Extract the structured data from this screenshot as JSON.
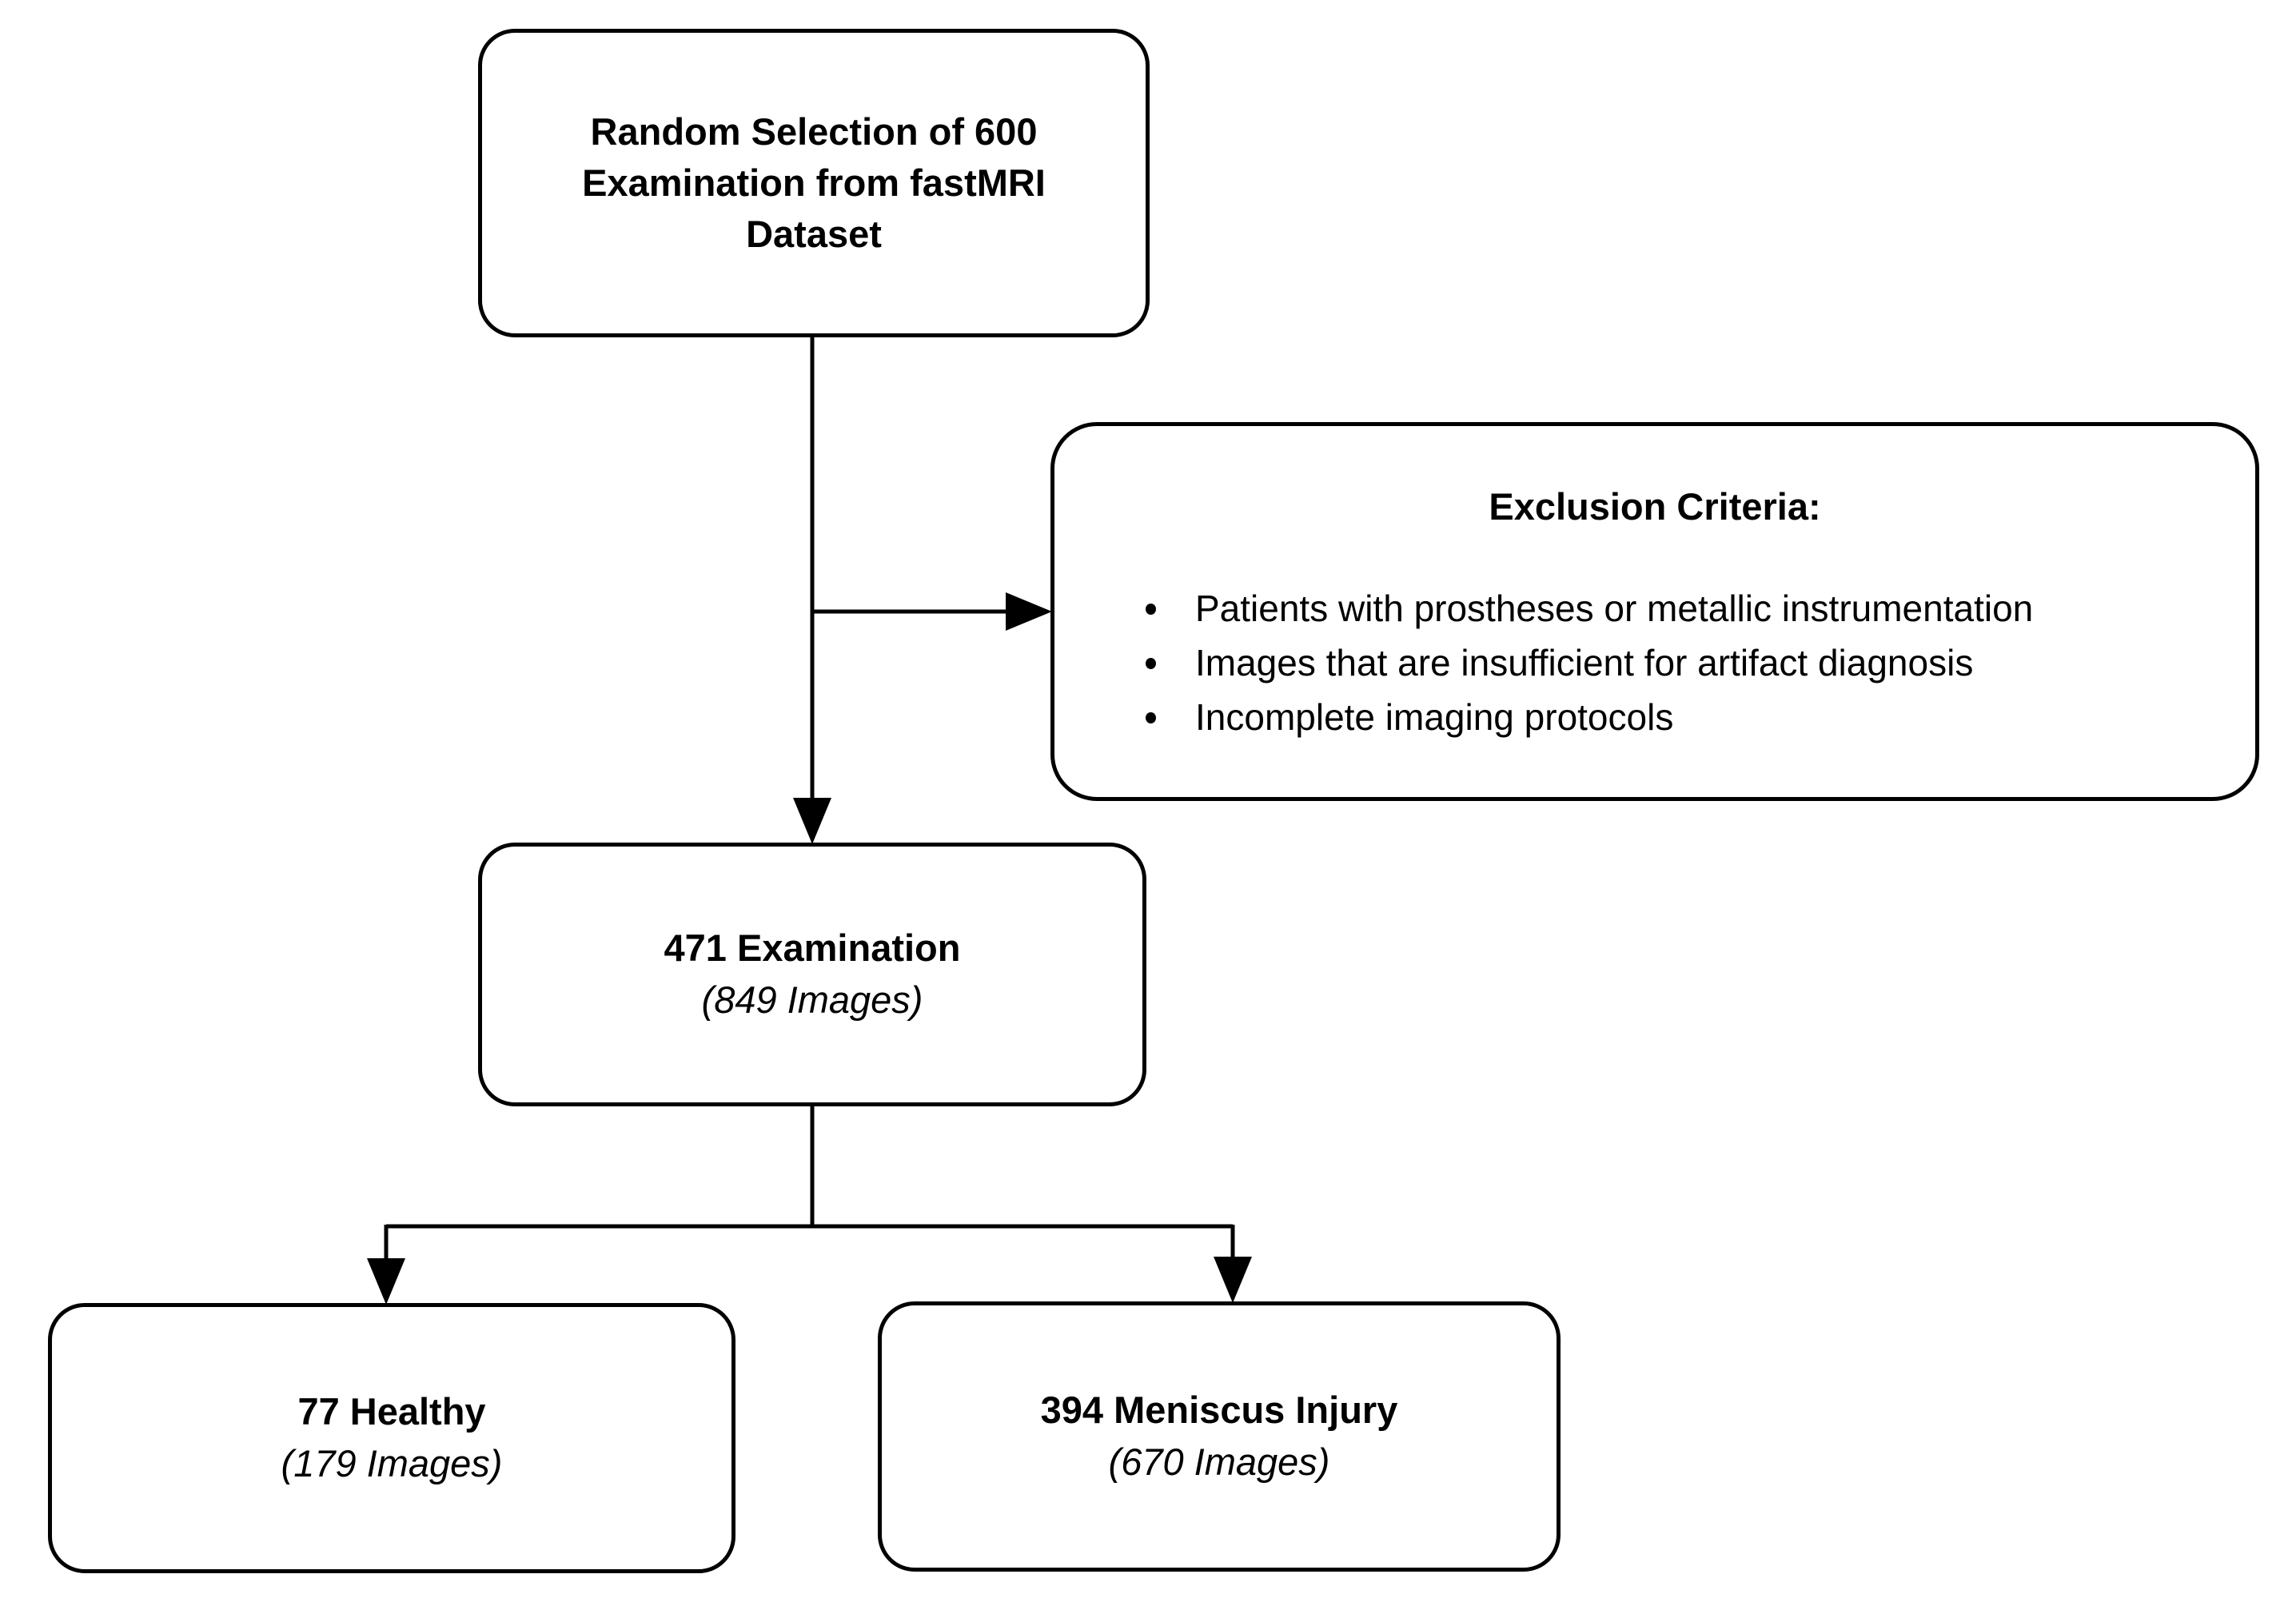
{
  "diagram": {
    "type": "flowchart",
    "colors": {
      "background": "#ffffff",
      "box_border": "#000000",
      "text": "#000000",
      "connector": "#000000"
    },
    "nodes": {
      "source": {
        "line1": "Random Selection of 600",
        "line2": "Examination from fastMRI",
        "line3": "Dataset"
      },
      "exclusion": {
        "title": "Exclusion Criteria:",
        "bullets": [
          "Patients with prostheses or metallic instrumentation",
          "Images that are insufficient for artifact diagnosis",
          "Incomplete imaging protocols"
        ]
      },
      "included": {
        "title": "471 Examination",
        "subtitle": "(849 Images)"
      },
      "healthy": {
        "title": "77 Healthy",
        "subtitle": "(179 Images)"
      },
      "meniscus": {
        "title": "394 Meniscus Injury",
        "subtitle": "(670 Images)"
      }
    },
    "edges": [
      "source -> included",
      "source -> exclusion",
      "included -> healthy",
      "included -> meniscus"
    ]
  }
}
